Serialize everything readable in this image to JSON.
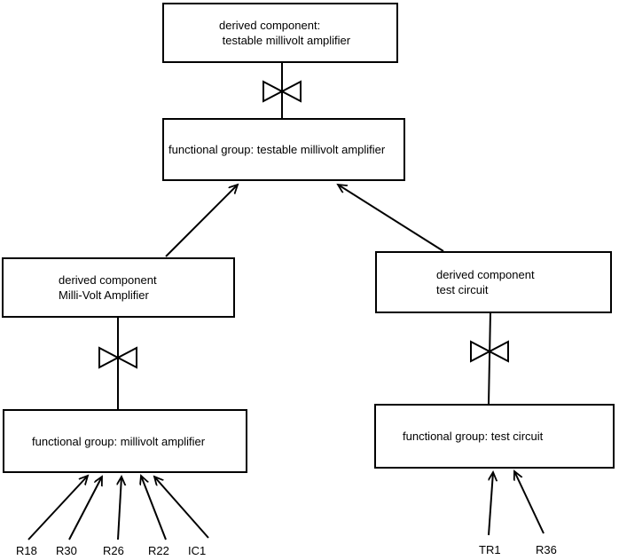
{
  "nodes": {
    "top_derived": {
      "line1": "derived component:",
      "line2": " testable millivolt amplifier"
    },
    "top_functional": {
      "label": "functional group: testable millivolt amplifier"
    },
    "left_derived": {
      "line1": "derived component",
      "line2": "Milli-Volt Amplifier"
    },
    "left_functional": {
      "label": "functional group: millivolt amplifier"
    },
    "right_derived": {
      "line1": "derived component",
      "line2": "test circuit"
    },
    "right_functional": {
      "label": "functional group: test circuit"
    }
  },
  "leaf_components": {
    "left_group": [
      "R18",
      "R30",
      "R26",
      "R22",
      "IC1"
    ],
    "right_group": [
      "TR1",
      "R36"
    ]
  },
  "connectors": {
    "bowtie_count": "3",
    "arrow_style": "open"
  },
  "colors": {
    "stroke": "#000000",
    "background": "#ffffff",
    "text": "#000000"
  }
}
